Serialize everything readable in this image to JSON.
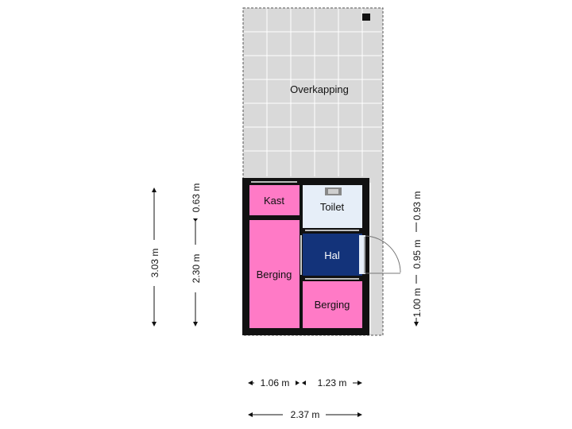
{
  "rooms": {
    "overkapping": {
      "label": "Overkapping",
      "color": "#d9d9d9"
    },
    "kast": {
      "label": "Kast",
      "color": "#ff7ac6"
    },
    "toilet": {
      "label": "Toilet",
      "color": "#e6eef8"
    },
    "hal": {
      "label": "Hal",
      "color": "#13337a"
    },
    "berging_left": {
      "label": "Berging",
      "color": "#ff7ac6"
    },
    "berging_right": {
      "label": "Berging",
      "color": "#ff7ac6"
    }
  },
  "dimensions": {
    "total_height": "3.03 m",
    "kast_height": "0.63 m",
    "berging_height": "2.30 m",
    "right_top": "0.93 m",
    "right_middle": "0.95 m",
    "right_bottom": "1.00 m",
    "width_left": "1.06 m",
    "width_right": "1.23 m",
    "width_total": "2.37 m"
  },
  "colors": {
    "wall": "#111111",
    "grid_line": "#ffffff",
    "dimension_line": "#111111"
  }
}
